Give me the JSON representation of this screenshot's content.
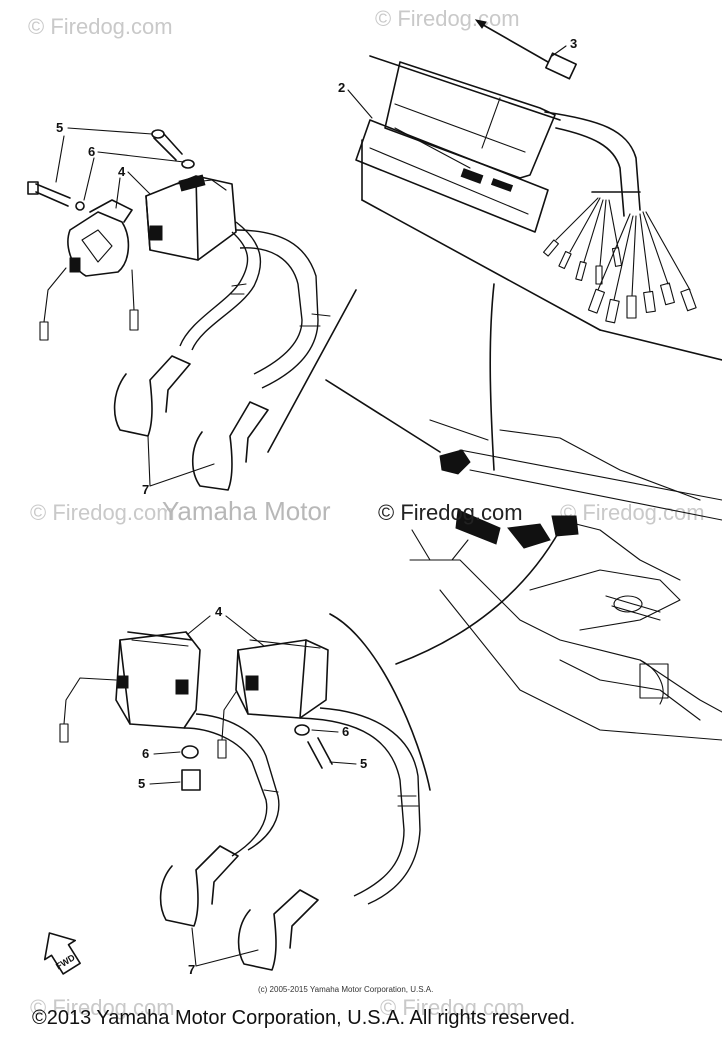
{
  "watermarks": {
    "firedog_1": "© Firedog.com",
    "firedog_2": "© Firedog.com",
    "firedog_3": "© Firedog.com",
    "firedog_4": "© Firedog.com",
    "firedog_5": "© Firedog.com",
    "firedog_6": "© Firedog.com",
    "firedog_center": "© Firedog.com",
    "yamaha_center": "Yamaha Motor"
  },
  "callouts": {
    "top_right": [
      "3",
      "2"
    ],
    "top_left": [
      "5",
      "6",
      "4",
      "7"
    ],
    "bottom": [
      "4",
      "6",
      "5",
      "6",
      "5",
      "7"
    ]
  },
  "fwd_label": "FWD",
  "small_notice": "(c) 2005-2015 Yamaha Motor Corporation, U.S.A.",
  "copyright": "©2013 Yamaha Motor Corporation, U.S.A. All rights reserved."
}
